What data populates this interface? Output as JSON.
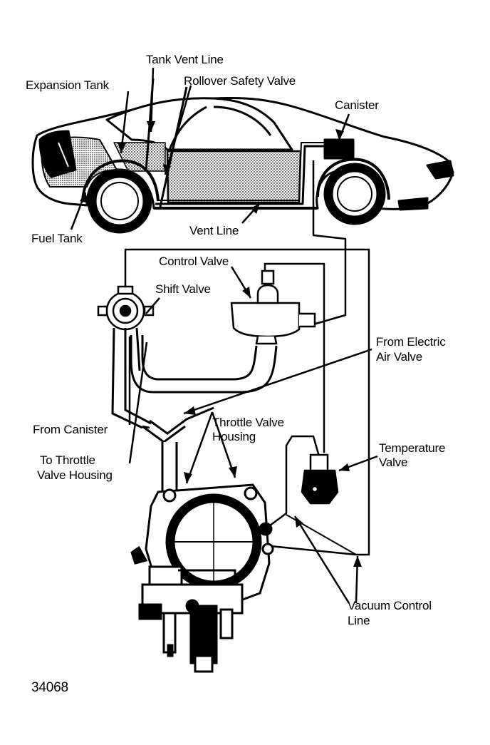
{
  "labels": {
    "tank_vent_line": "Tank Vent Line",
    "expansion_tank": "Expansion Tank",
    "rollover_safety_valve": "Rollover Safety Valve",
    "canister": "Canister",
    "fuel_tank": "Fuel Tank",
    "vent_line": "Vent Line",
    "control_valve": "Control Valve",
    "shift_valve": "Shift Valve",
    "from_electric_air_valve_1": "From Electric",
    "from_electric_air_valve_2": "Air Valve",
    "from_canister": "From Canister",
    "to_throttle_1": "To Throttle",
    "to_throttle_2": "Valve Housing",
    "throttle_valve_housing_1": "Throttle Valve",
    "throttle_valve_housing_2": "Housing",
    "temperature_valve_1": "Temperature",
    "temperature_valve_2": "Valve",
    "vacuum_control_line_1": "Vacuum Control",
    "vacuum_control_line_2": "Line"
  },
  "figure_number": "34068",
  "colors": {
    "ink": "#000000",
    "paper": "#ffffff",
    "shade": "#6b6b6b"
  }
}
